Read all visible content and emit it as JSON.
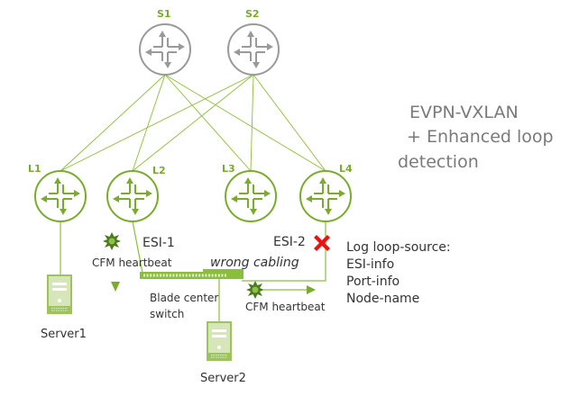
{
  "title": {
    "lines": [
      "EVPN-VXLAN",
      " + Enhanced loop",
      "detection"
    ]
  },
  "colors": {
    "spine": "#9a9a9a",
    "leaf": "#7aab2e",
    "link": "#8bbf3a",
    "server_fill": "#d6e6b8",
    "server_stroke": "#9cc45a",
    "error_x": "#ee1111",
    "title_text": "#7a7a7a"
  },
  "spines": [
    {
      "id": "S1",
      "label": "S1"
    },
    {
      "id": "S2",
      "label": "S2"
    }
  ],
  "leaves": [
    {
      "id": "L1",
      "label": "L1"
    },
    {
      "id": "L2",
      "label": "L2"
    },
    {
      "id": "L3",
      "label": "L3"
    },
    {
      "id": "L4",
      "label": "L4"
    }
  ],
  "links": [
    [
      "S1",
      "L1"
    ],
    [
      "S1",
      "L2"
    ],
    [
      "S1",
      "L3"
    ],
    [
      "S1",
      "L4"
    ],
    [
      "S2",
      "L1"
    ],
    [
      "S2",
      "L2"
    ],
    [
      "S2",
      "L3"
    ],
    [
      "S2",
      "L4"
    ]
  ],
  "labels": {
    "esi1": "ESI-1",
    "esi2": "ESI-2",
    "cfm_left": "CFM heartbeat",
    "cfm_right": "CFM heartbeat",
    "wrong_cabling": "wrong cabling",
    "switch_line1": "Blade center",
    "switch_line2": "switch",
    "server1": "Server1",
    "server2": "Server2"
  },
  "log_box": {
    "lines": [
      "Log loop-source:",
      "ESI-info",
      "Port-info",
      "Node-name"
    ]
  },
  "icons": {
    "router": "router-icon",
    "server": "server-icon",
    "switch": "switch-icon",
    "heartbeat": "heartbeat-burst-icon",
    "error": "error-x-icon"
  }
}
